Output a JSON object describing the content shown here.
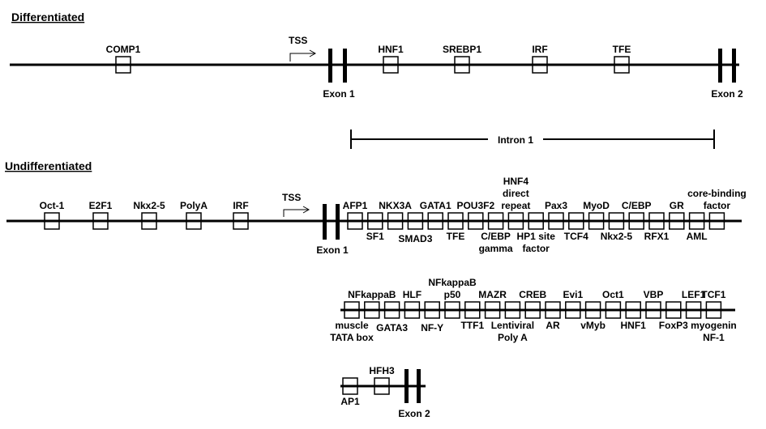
{
  "differentiated": {
    "title": "Differentiated",
    "tss_label": "TSS",
    "exon1_label": "Exon 1",
    "exon2_label": "Exon 2",
    "intron_label": "Intron 1",
    "sites": [
      {
        "label": [
          "COMP1"
        ],
        "side": "above"
      },
      {
        "label": [
          "HNF1"
        ],
        "side": "above"
      },
      {
        "label": [
          "SREBP1"
        ],
        "side": "above"
      },
      {
        "label": [
          "IRF"
        ],
        "side": "above"
      },
      {
        "label": [
          "TFE"
        ],
        "side": "above"
      }
    ]
  },
  "undifferentiated": {
    "title": "Undifferentiated",
    "tss_label": "TSS",
    "exon1_label": "Exon 1",
    "exon2_label": "Exon 2",
    "promoter_sites": [
      {
        "label": [
          "Oct-1"
        ],
        "side": "above"
      },
      {
        "label": [
          "E2F1"
        ],
        "side": "above"
      },
      {
        "label": [
          "Nkx2-5"
        ],
        "side": "above"
      },
      {
        "label": [
          "PolyA"
        ],
        "side": "above"
      },
      {
        "label": [
          "IRF"
        ],
        "side": "above"
      }
    ],
    "intron_row1": [
      {
        "label": [
          "AFP1"
        ],
        "side": "above"
      },
      {
        "label": [
          "SF1"
        ],
        "side": "below"
      },
      {
        "label": [
          "NKX3A"
        ],
        "side": "above"
      },
      {
        "label": [
          "SMAD3"
        ],
        "side": "below2"
      },
      {
        "label": [
          "GATA1"
        ],
        "side": "above"
      },
      {
        "label": [
          "TFE"
        ],
        "side": "below"
      },
      {
        "label": [
          "POU3F2"
        ],
        "side": "above"
      },
      {
        "label": [
          "C/EBP",
          "gamma"
        ],
        "side": "below"
      },
      {
        "label": [
          "HNF4",
          "direct",
          "repeat"
        ],
        "side": "above"
      },
      {
        "label": [
          "HP1 site",
          "factor"
        ],
        "side": "below"
      },
      {
        "label": [
          "Pax3"
        ],
        "side": "above"
      },
      {
        "label": [
          "TCF4"
        ],
        "side": "below"
      },
      {
        "label": [
          "MyoD"
        ],
        "side": "above"
      },
      {
        "label": [
          "Nkx2-5"
        ],
        "side": "below"
      },
      {
        "label": [
          "C/EBP"
        ],
        "side": "above"
      },
      {
        "label": [
          "RFX1"
        ],
        "side": "below"
      },
      {
        "label": [
          "GR"
        ],
        "side": "above"
      },
      {
        "label": [
          "AML"
        ],
        "side": "below"
      },
      {
        "label": [
          "core-binding",
          "factor"
        ],
        "side": "above"
      }
    ],
    "intron_row2": [
      {
        "label": [
          "muscle",
          "TATA box"
        ],
        "side": "below"
      },
      {
        "label": [
          "NFkappaB"
        ],
        "side": "above"
      },
      {
        "label": [
          "GATA3"
        ],
        "side": "below2"
      },
      {
        "label": [
          "HLF"
        ],
        "side": "above"
      },
      {
        "label": [
          "NF-Y"
        ],
        "side": "below2"
      },
      {
        "label": [
          "NFkappaB",
          "p50"
        ],
        "side": "above"
      },
      {
        "label": [
          "TTF1"
        ],
        "side": "below"
      },
      {
        "label": [
          "MAZR"
        ],
        "side": "above"
      },
      {
        "label": [
          "Lentiviral",
          "Poly A"
        ],
        "side": "below"
      },
      {
        "label": [
          "CREB"
        ],
        "side": "above"
      },
      {
        "label": [
          "AR"
        ],
        "side": "below"
      },
      {
        "label": [
          "Evi1"
        ],
        "side": "above"
      },
      {
        "label": [
          "vMyb"
        ],
        "side": "below"
      },
      {
        "label": [
          "Oct1"
        ],
        "side": "above"
      },
      {
        "label": [
          "HNF1"
        ],
        "side": "below"
      },
      {
        "label": [
          "VBP"
        ],
        "side": "above"
      },
      {
        "label": [
          "FoxP3"
        ],
        "side": "below"
      },
      {
        "label": [
          "LEF1"
        ],
        "side": "above"
      },
      {
        "label": [
          "TCF1"
        ],
        "side": "above",
        "below": [
          "myogenin",
          "NF-1"
        ]
      }
    ],
    "intron_row3": [
      {
        "label": [
          "AP1"
        ],
        "side": "below"
      },
      {
        "label": [
          "HFH3"
        ],
        "side": "above"
      }
    ]
  }
}
